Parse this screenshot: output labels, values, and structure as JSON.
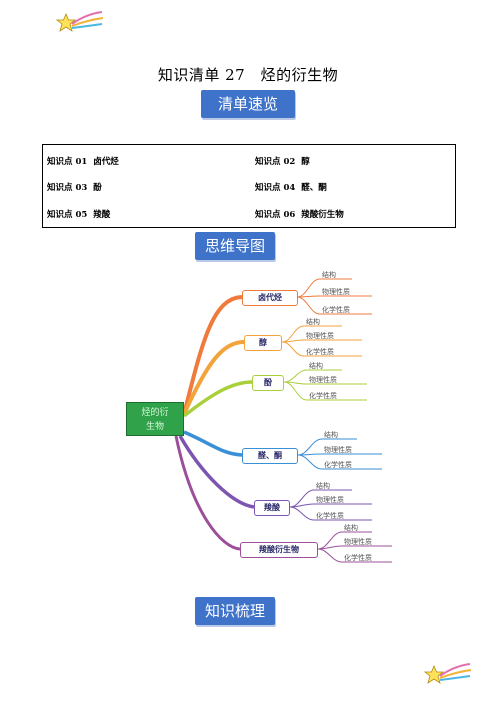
{
  "title": "知识清单 27　烃的衍生物",
  "banners": {
    "overview": "清单速览",
    "mindmap": "思维导图",
    "review": "知识梳理"
  },
  "knowledge_points": [
    {
      "label": "知识点 01",
      "name": "卤代烃"
    },
    {
      "label": "知识点 02",
      "name": "醇"
    },
    {
      "label": "知识点 03",
      "name": "酚"
    },
    {
      "label": "知识点 04",
      "name": "醛、酮"
    },
    {
      "label": "知识点 05",
      "name": "羧酸"
    },
    {
      "label": "知识点 06",
      "name": "羧酸衍生物"
    }
  ],
  "mindmap": {
    "root": "烃的衍\n生物",
    "branches": [
      {
        "name": "卤代烃",
        "color": "#f07a3c",
        "leaves": [
          "结构",
          "物理性质",
          "化学性质"
        ]
      },
      {
        "name": "醇",
        "color": "#f2a33a",
        "leaves": [
          "结构",
          "物理性质",
          "化学性质"
        ]
      },
      {
        "name": "酚",
        "color": "#a9cf3a",
        "leaves": [
          "结构",
          "物理性质",
          "化学性质"
        ]
      },
      {
        "name": "醛、酮",
        "color": "#3a8fd6",
        "leaves": [
          "结构",
          "物理性质",
          "化学性质"
        ]
      },
      {
        "name": "羧酸",
        "color": "#7b55b0",
        "leaves": [
          "结构",
          "物理性质",
          "化学性质"
        ]
      },
      {
        "name": "羧酸衍生物",
        "color": "#9b4f9a",
        "leaves": [
          "结构",
          "物理性质",
          "化学性质"
        ]
      }
    ]
  },
  "colors": {
    "banner": "#3f73c9",
    "root": "#2fa24a"
  },
  "icons": [
    "shooting-star-icon"
  ]
}
